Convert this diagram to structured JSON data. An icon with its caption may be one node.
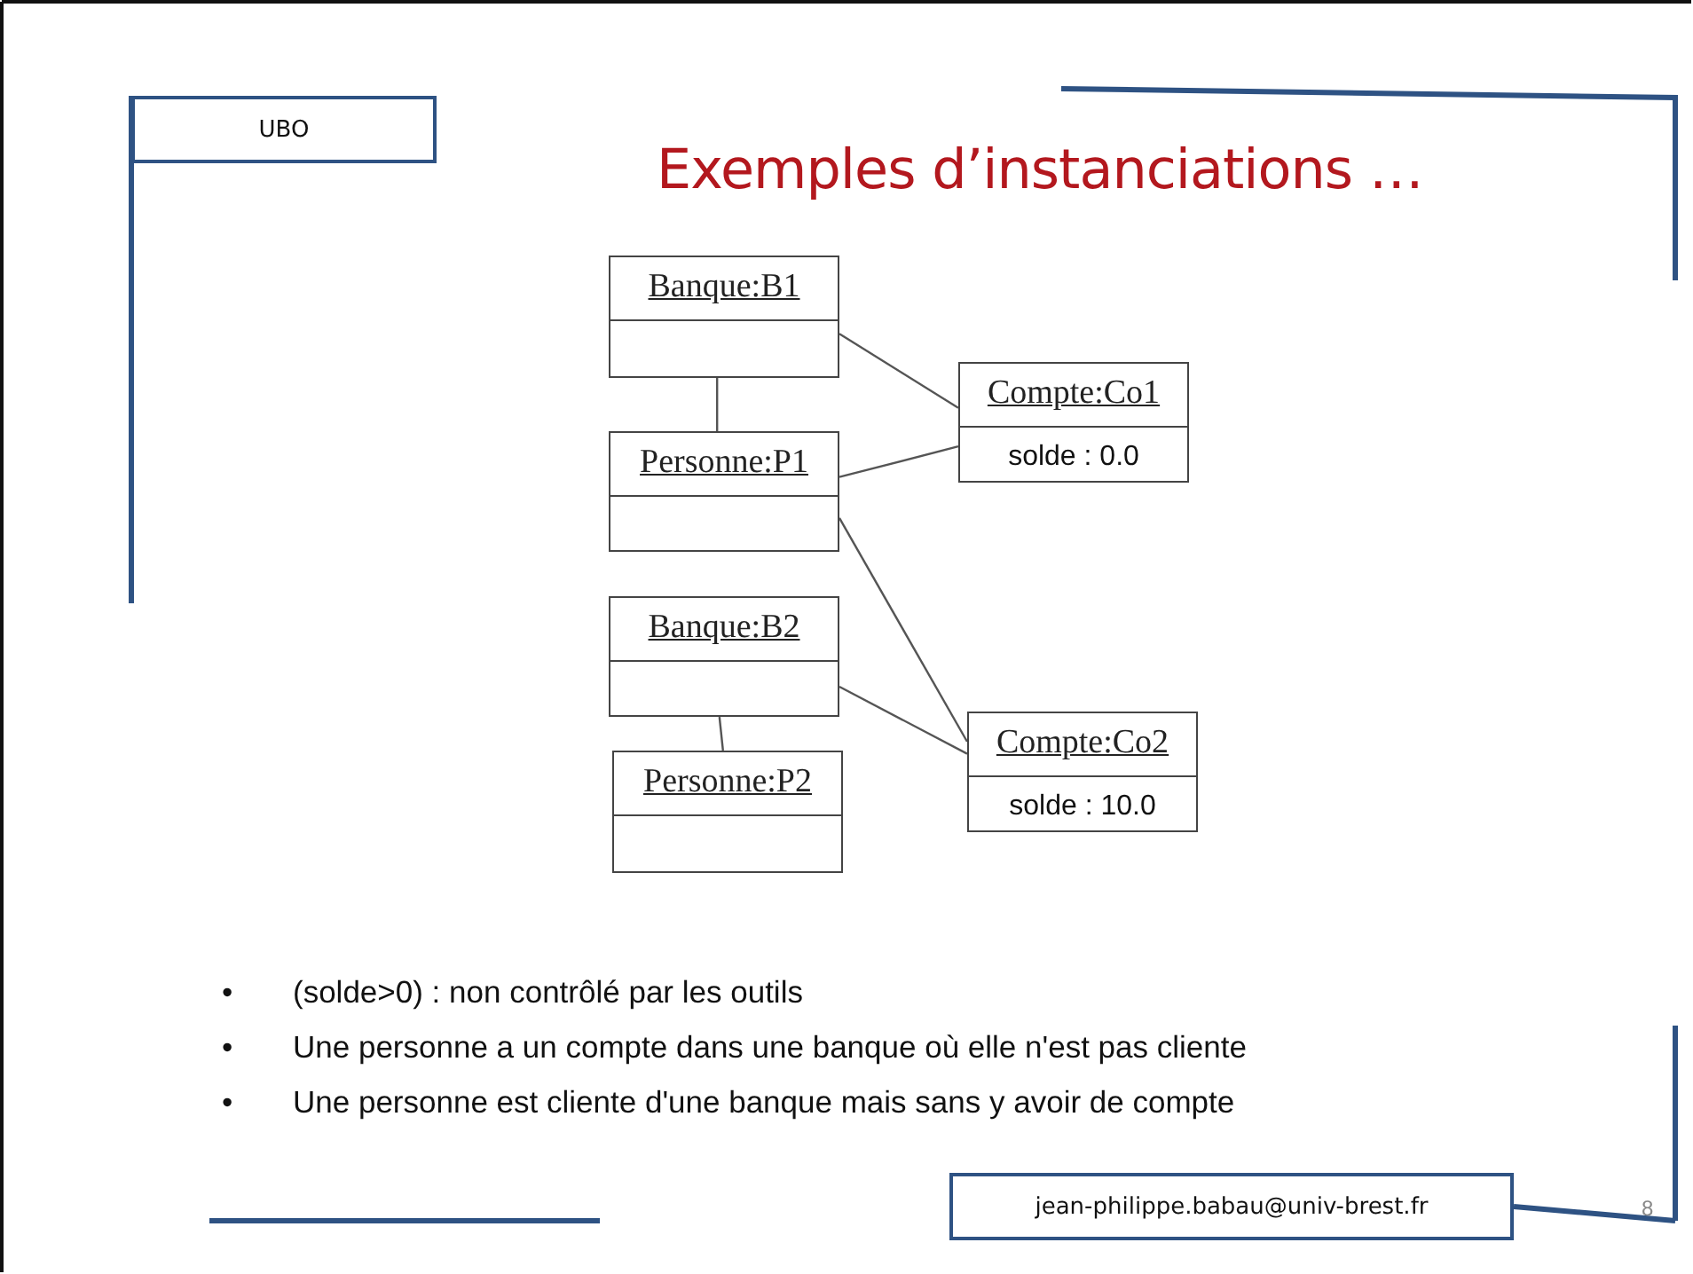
{
  "diagram": {
    "title": "Exemples d’instanciations …",
    "nodes": [
      {
        "text": [
          "UBO"
        ]
      },
      {
        "text": [
          "Banque:B1"
        ]
      },
      {
        "text": [
          "Compte:Co1",
          "solde : 0.0"
        ]
      },
      {
        "text": [
          "Personne:P1"
        ]
      },
      {
        "text": [
          "Banque:B2"
        ]
      },
      {
        "text": [
          "Compte:Co2",
          "solde : 10.0"
        ]
      },
      {
        "text": [
          "Personne:P2"
        ]
      },
      {
        "text": [
          "jean-philippe.babau@univ-brest.fr"
        ]
      }
    ],
    "edges": [
      {
        "from": 1,
        "to": 3,
        "arrow": "none"
      },
      {
        "from": 1,
        "to": 2,
        "arrow": "none"
      },
      {
        "from": 3,
        "to": 2,
        "arrow": "none"
      },
      {
        "from": 3,
        "to": 5,
        "arrow": "none"
      },
      {
        "from": 4,
        "to": 5,
        "arrow": "none"
      },
      {
        "from": 4,
        "to": 6,
        "arrow": "none"
      }
    ],
    "labels": [
      "•",
      "(solde>0) : non contrôlé par les outils",
      "•",
      "Une personne a un compte dans une banque où elle n'est pas cliente",
      "•",
      "Une personne est cliente d'une banque mais sans y avoir de compte",
      "8"
    ]
  }
}
